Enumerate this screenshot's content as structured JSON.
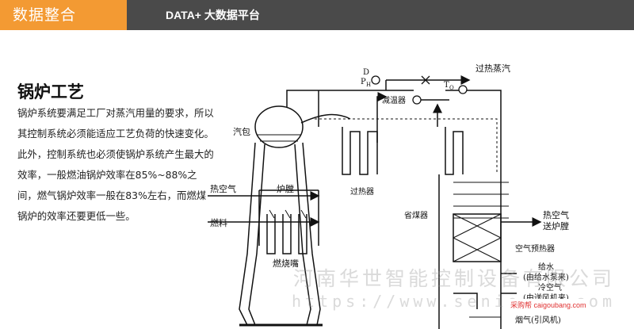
{
  "header": {
    "tab_label": "数据整合",
    "platform_prefix": "DATA+",
    "platform_name": "大数据平台"
  },
  "content": {
    "title": "锅炉工艺",
    "paragraph": "锅炉系统要满足工厂对蒸汽用量的要求，所以其控制系统必须能适应工艺负荷的快速变化。此外，控制系统也必须使锅炉系统产生最大的效率，一般燃油锅炉效率在85%~88%之间，燃气锅炉效率一般在83%左右，而燃煤锅炉的效率还要更低一些。"
  },
  "diagram": {
    "labels": {
      "D": "D",
      "P": "P",
      "P_sub": "H",
      "superheated_steam": "过热蒸汽",
      "desuperheater": "减温器",
      "T": "T",
      "T_sub": "O",
      "steam_drum": "汽包",
      "hot_air": "热空气",
      "furnace": "炉膛",
      "fuel": "燃料",
      "superheater": "过热器",
      "economizer": "省煤器",
      "hot_air_to_furnace_1": "热空气",
      "hot_air_to_furnace_2": "送炉膛",
      "burner": "燃烧嘴",
      "air_preheater": "空气预热器",
      "feedwater_1": "给水",
      "feedwater_2": "(由给水泵来)",
      "cold_air_1": "冷空气",
      "cold_air_2": "(由送风机来)",
      "flue_gas": "烟气(引风机)"
    }
  },
  "watermarks": {
    "company": "河南华世智能控制设备有限公司",
    "url": "https://www.seniordq.com",
    "badge": "采购帮 caigoubang.com"
  }
}
